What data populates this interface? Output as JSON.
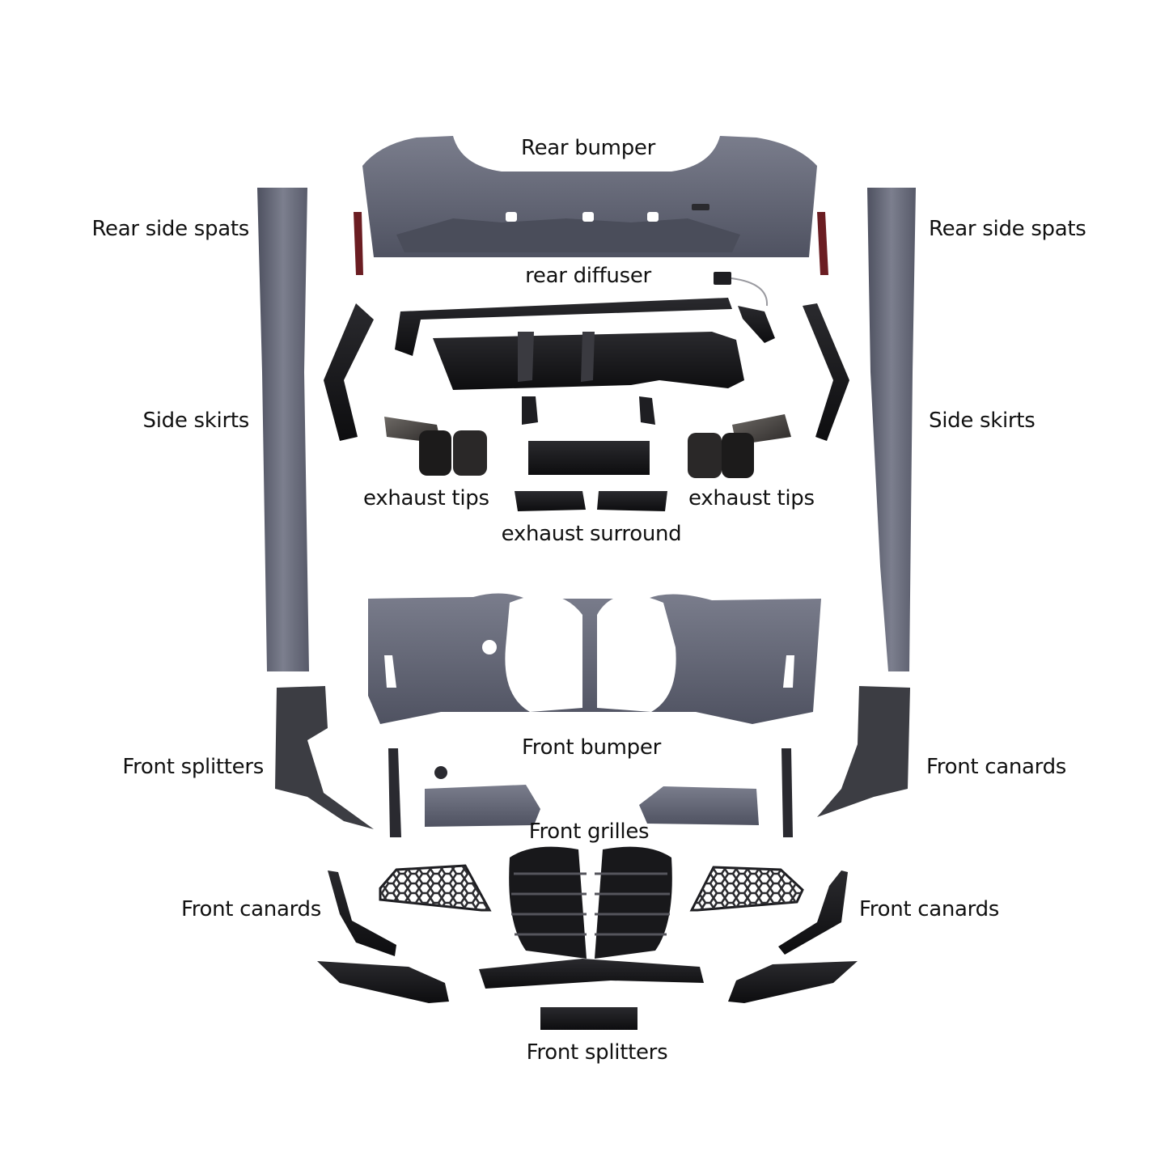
{
  "labels": {
    "rear_bumper": "Rear bumper",
    "rear_side_spats_left": "Rear side spats",
    "rear_side_spats_right": "Rear side spats",
    "rear_diffuser": "rear diffuser",
    "side_skirts_left": "Side skirts",
    "side_skirts_right": "Side skirts",
    "exhaust_tips_left": "exhaust tips",
    "exhaust_tips_right": "exhaust tips",
    "exhaust_surround": "exhaust surround",
    "front_bumper": "Front bumper",
    "front_splitters_left": "Front splitters",
    "front_canards_right_upper": "Front canards",
    "front_grilles": "Front grilles",
    "front_canards_left": "Front canards",
    "front_canards_right_lower": "Front canards",
    "front_splitters_bottom": "Front splitters"
  },
  "colors": {
    "background": "#ffffff",
    "primer_grey": "#5f6271",
    "primer_dark": "#4a4d5a",
    "gloss_black": "#141416",
    "brake_red": "#6b1d22",
    "exhaust_metal": "#3a3636"
  }
}
